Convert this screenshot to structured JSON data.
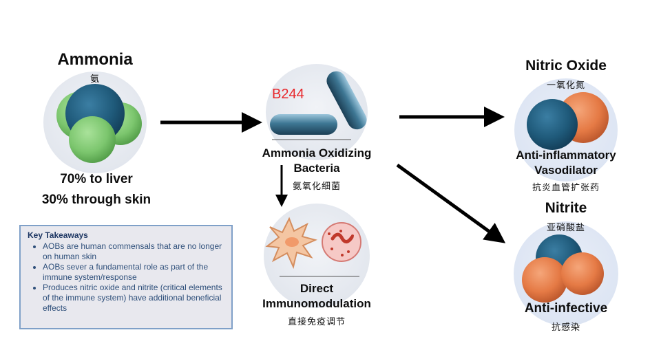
{
  "ammonia": {
    "title": "Ammonia",
    "chinese": "氨",
    "line1": "70% to liver",
    "line2": "30% through skin",
    "icon": "ammonia-molecule-icon"
  },
  "bacteria": {
    "strain_label": "B244",
    "title_line1": "Ammonia Oxidizing",
    "title_line2": "Bacteria",
    "chinese": "氨氧化细菌",
    "icon": "rod-bacteria-icon"
  },
  "immuno": {
    "title_line1": "Direct",
    "title_line2": "Immunomodulation",
    "chinese": "直接免疫调节",
    "icon": "immune-cells-icon"
  },
  "nitric_oxide": {
    "title": "Nitric Oxide",
    "chinese": "一氧化氮",
    "effect_line1": "Anti-inflammatory",
    "effect_line2": "Vasodilator",
    "effect_chinese": "抗炎血管扩张药",
    "icon": "nitric-oxide-molecule-icon"
  },
  "nitrite": {
    "title": "Nitrite",
    "chinese": "亚硝酸盐",
    "effect": "Anti-infective",
    "effect_chinese": "抗感染",
    "icon": "nitrite-molecule-icon"
  },
  "key_takeaways": {
    "heading": "Key Takeaways",
    "items": [
      "AOBs are human commensals that are no longer on human skin",
      "AOBs sever a fundamental role as part of the immune system/response",
      "Produces nitric oxide and nitrite (critical elements of the immune system) have additional beneficial effects"
    ]
  },
  "colors": {
    "molecule_blue": "#1f5a7a",
    "molecule_green": "#7cc66e",
    "molecule_orange": "#e57a45",
    "strain_red": "#e8262a",
    "takeaway_border": "#7fa0c8",
    "takeaway_bg": "#e8e8ee"
  }
}
